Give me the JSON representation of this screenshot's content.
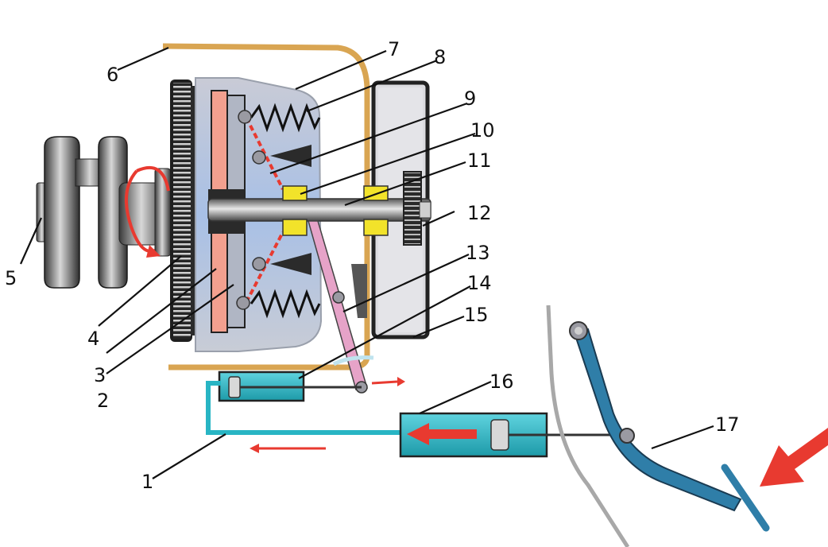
{
  "diagram": {
    "callouts": [
      {
        "id": "1",
        "label": "1"
      },
      {
        "id": "2",
        "label": "2"
      },
      {
        "id": "3",
        "label": "3"
      },
      {
        "id": "4",
        "label": "4"
      },
      {
        "id": "5",
        "label": "5"
      },
      {
        "id": "6",
        "label": "6"
      },
      {
        "id": "7",
        "label": "7"
      },
      {
        "id": "8",
        "label": "8"
      },
      {
        "id": "9",
        "label": "9"
      },
      {
        "id": "10",
        "label": "10"
      },
      {
        "id": "11",
        "label": "11"
      },
      {
        "id": "12",
        "label": "12"
      },
      {
        "id": "13",
        "label": "13"
      },
      {
        "id": "14",
        "label": "14"
      },
      {
        "id": "15",
        "label": "15"
      },
      {
        "id": "16",
        "label": "16"
      },
      {
        "id": "17",
        "label": "17"
      }
    ],
    "colors": {
      "housing": "#d9a552",
      "flywheel": "#1f1f1f",
      "friction": "#f3a08f",
      "pressure": "#b0b6c4",
      "hydraulic": "#28b5c4",
      "pedal": "#2f7ea8",
      "arrow": "#e83a30",
      "bearing": "#f2e32a",
      "fork": "#e6a3c8"
    }
  }
}
